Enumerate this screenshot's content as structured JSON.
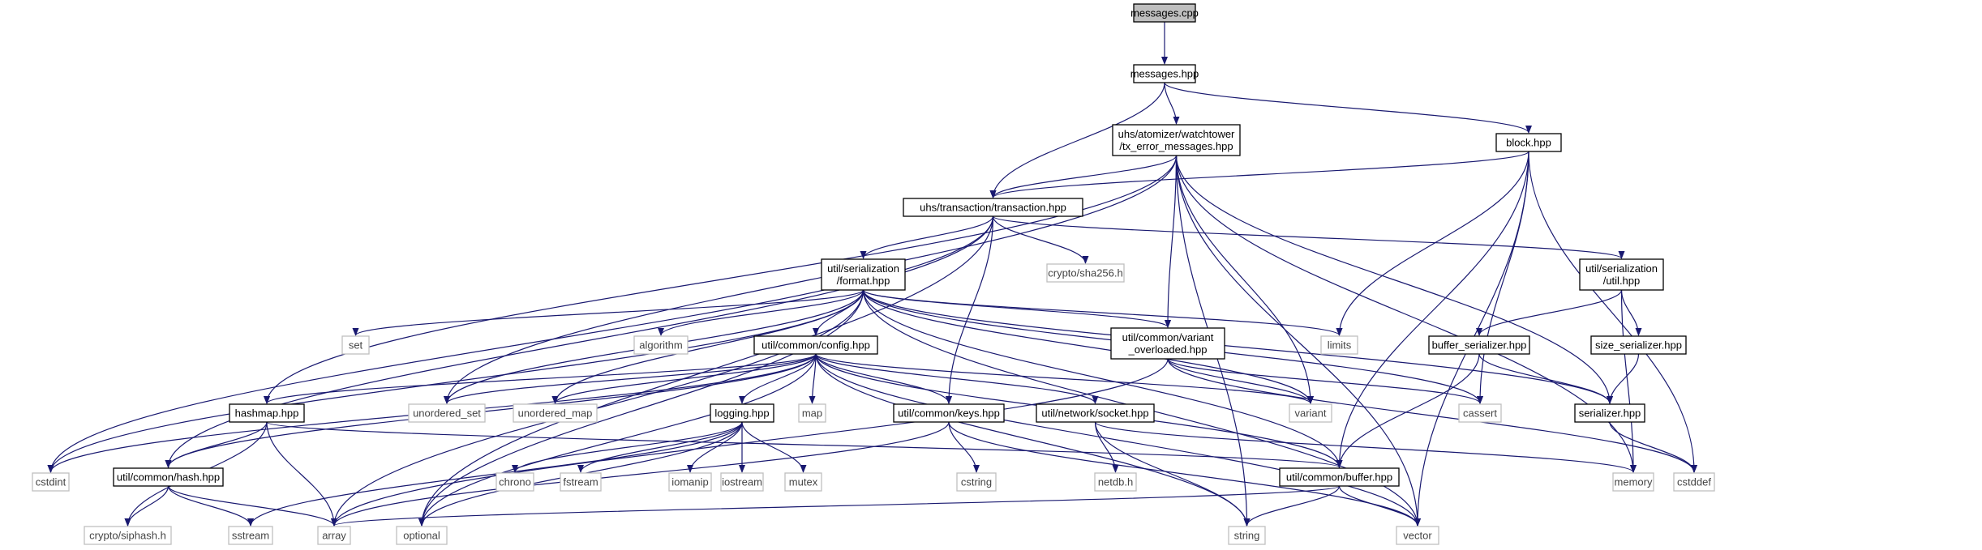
{
  "diagram": {
    "colors": {
      "edge": "#191970",
      "root_fill": "#bfbfbf",
      "local_border": "#000000",
      "system_border": "#bfbfbf",
      "system_text": "#444444"
    },
    "nodes": [
      {
        "id": "messages_cpp",
        "lines": [
          "messages.cpp"
        ],
        "kind": "root"
      },
      {
        "id": "messages_hpp",
        "lines": [
          "messages.hpp"
        ],
        "kind": "local"
      },
      {
        "id": "tx_error_messages",
        "lines": [
          "uhs/atomizer/watchtower",
          "/tx_error_messages.hpp"
        ],
        "kind": "local"
      },
      {
        "id": "block_hpp",
        "lines": [
          "block.hpp"
        ],
        "kind": "local"
      },
      {
        "id": "transaction_hpp",
        "lines": [
          "uhs/transaction/transaction.hpp"
        ],
        "kind": "local"
      },
      {
        "id": "crypto_sha256",
        "lines": [
          "crypto/sha256.h"
        ],
        "kind": "system"
      },
      {
        "id": "format_hpp",
        "lines": [
          "util/serialization",
          "/format.hpp"
        ],
        "kind": "local"
      },
      {
        "id": "ser_util_hpp",
        "lines": [
          "util/serialization",
          "/util.hpp"
        ],
        "kind": "local"
      },
      {
        "id": "set",
        "lines": [
          "set"
        ],
        "kind": "system"
      },
      {
        "id": "algorithm",
        "lines": [
          "algorithm"
        ],
        "kind": "system"
      },
      {
        "id": "limits",
        "lines": [
          "limits"
        ],
        "kind": "system"
      },
      {
        "id": "config_hpp",
        "lines": [
          "util/common/config.hpp"
        ],
        "kind": "local"
      },
      {
        "id": "variant_overloaded",
        "lines": [
          "util/common/variant",
          "_overloaded.hpp"
        ],
        "kind": "local"
      },
      {
        "id": "buffer_serializer",
        "lines": [
          "buffer_serializer.hpp"
        ],
        "kind": "local"
      },
      {
        "id": "size_serializer",
        "lines": [
          "size_serializer.hpp"
        ],
        "kind": "local"
      },
      {
        "id": "hashmap_hpp",
        "lines": [
          "hashmap.hpp"
        ],
        "kind": "local"
      },
      {
        "id": "unordered_set",
        "lines": [
          "unordered_set"
        ],
        "kind": "system"
      },
      {
        "id": "unordered_map",
        "lines": [
          "unordered_map"
        ],
        "kind": "system"
      },
      {
        "id": "logging_hpp",
        "lines": [
          "logging.hpp"
        ],
        "kind": "local"
      },
      {
        "id": "map",
        "lines": [
          "map"
        ],
        "kind": "system"
      },
      {
        "id": "keys_hpp",
        "lines": [
          "util/common/keys.hpp"
        ],
        "kind": "local"
      },
      {
        "id": "socket_hpp",
        "lines": [
          "util/network/socket.hpp"
        ],
        "kind": "local"
      },
      {
        "id": "variant",
        "lines": [
          "variant"
        ],
        "kind": "system"
      },
      {
        "id": "cassert",
        "lines": [
          "cassert"
        ],
        "kind": "system"
      },
      {
        "id": "serializer_hpp",
        "lines": [
          "serializer.hpp"
        ],
        "kind": "local"
      },
      {
        "id": "cstdint",
        "lines": [
          "cstdint"
        ],
        "kind": "system"
      },
      {
        "id": "hash_hpp",
        "lines": [
          "util/common/hash.hpp"
        ],
        "kind": "local"
      },
      {
        "id": "chrono",
        "lines": [
          "chrono"
        ],
        "kind": "system"
      },
      {
        "id": "fstream",
        "lines": [
          "fstream"
        ],
        "kind": "system"
      },
      {
        "id": "iomanip",
        "lines": [
          "iomanip"
        ],
        "kind": "system"
      },
      {
        "id": "iostream",
        "lines": [
          "iostream"
        ],
        "kind": "system"
      },
      {
        "id": "mutex",
        "lines": [
          "mutex"
        ],
        "kind": "system"
      },
      {
        "id": "cstring",
        "lines": [
          "cstring"
        ],
        "kind": "system"
      },
      {
        "id": "netdb_h",
        "lines": [
          "netdb.h"
        ],
        "kind": "system"
      },
      {
        "id": "buffer_hpp",
        "lines": [
          "util/common/buffer.hpp"
        ],
        "kind": "local"
      },
      {
        "id": "memory",
        "lines": [
          "memory"
        ],
        "kind": "system"
      },
      {
        "id": "cstddef",
        "lines": [
          "cstddef"
        ],
        "kind": "system"
      },
      {
        "id": "siphash",
        "lines": [
          "crypto/siphash.h"
        ],
        "kind": "system"
      },
      {
        "id": "sstream",
        "lines": [
          "sstream"
        ],
        "kind": "system"
      },
      {
        "id": "array",
        "lines": [
          "array"
        ],
        "kind": "system"
      },
      {
        "id": "optional",
        "lines": [
          "optional"
        ],
        "kind": "system"
      },
      {
        "id": "string",
        "lines": [
          "string"
        ],
        "kind": "system"
      },
      {
        "id": "vector",
        "lines": [
          "vector"
        ],
        "kind": "system"
      }
    ],
    "edges": [
      {
        "from": "messages_cpp",
        "to": "messages_hpp"
      },
      {
        "from": "messages_hpp",
        "to": "tx_error_messages"
      },
      {
        "from": "messages_hpp",
        "to": "block_hpp"
      },
      {
        "from": "messages_hpp",
        "to": "transaction_hpp"
      },
      {
        "from": "tx_error_messages",
        "to": "transaction_hpp"
      },
      {
        "from": "tx_error_messages",
        "to": "hashmap_hpp"
      },
      {
        "from": "tx_error_messages",
        "to": "unordered_set"
      },
      {
        "from": "tx_error_messages",
        "to": "variant_overloaded"
      },
      {
        "from": "tx_error_messages",
        "to": "variant"
      },
      {
        "from": "tx_error_messages",
        "to": "serializer_hpp"
      },
      {
        "from": "tx_error_messages",
        "to": "memory"
      },
      {
        "from": "tx_error_messages",
        "to": "string"
      },
      {
        "from": "tx_error_messages",
        "to": "vector"
      },
      {
        "from": "block_hpp",
        "to": "transaction_hpp"
      },
      {
        "from": "block_hpp",
        "to": "limits"
      },
      {
        "from": "block_hpp",
        "to": "cassert"
      },
      {
        "from": "block_hpp",
        "to": "buffer_hpp"
      },
      {
        "from": "block_hpp",
        "to": "cstddef"
      },
      {
        "from": "block_hpp",
        "to": "vector"
      },
      {
        "from": "transaction_hpp",
        "to": "crypto_sha256"
      },
      {
        "from": "transaction_hpp",
        "to": "format_hpp"
      },
      {
        "from": "transaction_hpp",
        "to": "ser_util_hpp"
      },
      {
        "from": "transaction_hpp",
        "to": "keys_hpp"
      },
      {
        "from": "transaction_hpp",
        "to": "cstdint"
      },
      {
        "from": "transaction_hpp",
        "to": "hash_hpp"
      },
      {
        "from": "transaction_hpp",
        "to": "optional"
      },
      {
        "from": "format_hpp",
        "to": "set"
      },
      {
        "from": "format_hpp",
        "to": "algorithm"
      },
      {
        "from": "format_hpp",
        "to": "limits"
      },
      {
        "from": "format_hpp",
        "to": "config_hpp"
      },
      {
        "from": "format_hpp",
        "to": "variant_overloaded"
      },
      {
        "from": "format_hpp",
        "to": "unordered_set"
      },
      {
        "from": "format_hpp",
        "to": "unordered_map"
      },
      {
        "from": "format_hpp",
        "to": "variant"
      },
      {
        "from": "format_hpp",
        "to": "cassert"
      },
      {
        "from": "format_hpp",
        "to": "serializer_hpp"
      },
      {
        "from": "format_hpp",
        "to": "cstdint"
      },
      {
        "from": "format_hpp",
        "to": "array"
      },
      {
        "from": "format_hpp",
        "to": "optional"
      },
      {
        "from": "format_hpp",
        "to": "vector"
      },
      {
        "from": "format_hpp",
        "to": "buffer_hpp"
      },
      {
        "from": "ser_util_hpp",
        "to": "buffer_serializer"
      },
      {
        "from": "ser_util_hpp",
        "to": "size_serializer"
      },
      {
        "from": "ser_util_hpp",
        "to": "memory"
      },
      {
        "from": "config_hpp",
        "to": "hashmap_hpp"
      },
      {
        "from": "config_hpp",
        "to": "unordered_set"
      },
      {
        "from": "config_hpp",
        "to": "unordered_map"
      },
      {
        "from": "config_hpp",
        "to": "logging_hpp"
      },
      {
        "from": "config_hpp",
        "to": "map"
      },
      {
        "from": "config_hpp",
        "to": "keys_hpp"
      },
      {
        "from": "config_hpp",
        "to": "socket_hpp"
      },
      {
        "from": "config_hpp",
        "to": "variant"
      },
      {
        "from": "config_hpp",
        "to": "cstdint"
      },
      {
        "from": "config_hpp",
        "to": "hash_hpp"
      },
      {
        "from": "config_hpp",
        "to": "buffer_hpp"
      },
      {
        "from": "config_hpp",
        "to": "optional"
      },
      {
        "from": "config_hpp",
        "to": "string"
      },
      {
        "from": "config_hpp",
        "to": "vector"
      },
      {
        "from": "variant_overloaded",
        "to": "variant"
      },
      {
        "from": "variant_overloaded",
        "to": "cassert"
      },
      {
        "from": "variant_overloaded",
        "to": "cstddef"
      },
      {
        "from": "variant_overloaded",
        "to": "array"
      },
      {
        "from": "buffer_serializer",
        "to": "serializer_hpp"
      },
      {
        "from": "buffer_serializer",
        "to": "buffer_hpp"
      },
      {
        "from": "size_serializer",
        "to": "serializer_hpp"
      },
      {
        "from": "hashmap_hpp",
        "to": "hash_hpp"
      },
      {
        "from": "hashmap_hpp",
        "to": "siphash"
      },
      {
        "from": "hashmap_hpp",
        "to": "array"
      },
      {
        "from": "hashmap_hpp",
        "to": "buffer_hpp"
      },
      {
        "from": "logging_hpp",
        "to": "chrono"
      },
      {
        "from": "logging_hpp",
        "to": "fstream"
      },
      {
        "from": "logging_hpp",
        "to": "iomanip"
      },
      {
        "from": "logging_hpp",
        "to": "iostream"
      },
      {
        "from": "logging_hpp",
        "to": "mutex"
      },
      {
        "from": "logging_hpp",
        "to": "sstream"
      },
      {
        "from": "logging_hpp",
        "to": "optional"
      },
      {
        "from": "keys_hpp",
        "to": "cstring"
      },
      {
        "from": "keys_hpp",
        "to": "array"
      },
      {
        "from": "keys_hpp",
        "to": "vector"
      },
      {
        "from": "socket_hpp",
        "to": "netdb_h"
      },
      {
        "from": "socket_hpp",
        "to": "memory"
      },
      {
        "from": "socket_hpp",
        "to": "string"
      },
      {
        "from": "serializer_hpp",
        "to": "cstddef"
      },
      {
        "from": "hash_hpp",
        "to": "siphash"
      },
      {
        "from": "hash_hpp",
        "to": "sstream"
      },
      {
        "from": "hash_hpp",
        "to": "array"
      },
      {
        "from": "buffer_hpp",
        "to": "array"
      },
      {
        "from": "buffer_hpp",
        "to": "string"
      },
      {
        "from": "buffer_hpp",
        "to": "vector"
      }
    ]
  }
}
